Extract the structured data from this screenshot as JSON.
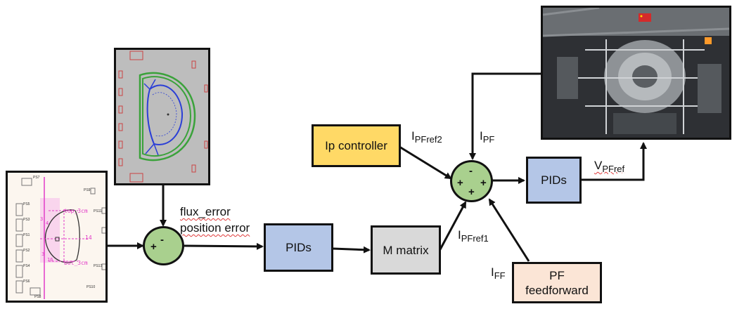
{
  "blocks": {
    "ip_controller": "Ip controller",
    "pids_main": "PIDs",
    "m_matrix": "M matrix",
    "pids_pf": "PIDs",
    "pf_feedforward_line1": "PF",
    "pf_feedforward_line2": "feedforward"
  },
  "signals": {
    "flux_error": "flux_error",
    "position_error": "position error",
    "i_pfref2": {
      "main": "I",
      "sub": "PFref2"
    },
    "i_pf": {
      "main": "I",
      "sub": "PF"
    },
    "i_pfref1": {
      "main": "I",
      "sub": "PFref1"
    },
    "i_ff": {
      "main": "I",
      "sub": "FF"
    },
    "v_pfref": {
      "main": "V",
      "sub": "PFref"
    }
  },
  "summers": {
    "left": {
      "top": "-",
      "left": "+"
    },
    "right": {
      "top": "-",
      "left": "+",
      "right": "+",
      "bottom": "+"
    }
  },
  "shape_plot": {
    "labels": [
      "top_3cm",
      "bot_3cm",
      "14",
      "4",
      "3",
      "3",
      "16"
    ],
    "coil_labels": [
      "PS7",
      "PS5",
      "PS3",
      "PS1",
      "PS2",
      "PS4",
      "PS6",
      "PS8",
      "PS9",
      "PS11",
      "PS13",
      "PS10"
    ]
  },
  "colors": {
    "summer_fill": "#a9d08e",
    "pids_fill": "#b4c6e7",
    "mmatrix_fill": "#d9d9d9",
    "ip_fill": "#ffd966",
    "ff_fill": "#fbe5d6",
    "plasma_contour": "#2b3fd6",
    "vessel_contour": "#3aa23a",
    "magenta": "#e23cc8"
  }
}
